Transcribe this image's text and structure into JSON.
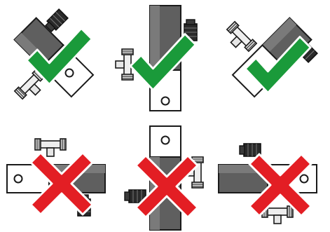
{
  "colors": {
    "background": "#ffffff",
    "body_dark": "#5a5a5a",
    "body_mid": "#8a8a8a",
    "body_light": "#ffffff",
    "outline": "#1a1a1a",
    "check_fill": "#1a9a3a",
    "cross_fill": "#e31e24",
    "mark_outline": "#ffffff"
  },
  "panels": [
    {
      "id": "top-left",
      "orientation": "tilted-left",
      "verdict": "correct",
      "icon": "check-icon"
    },
    {
      "id": "top-center",
      "orientation": "vertical",
      "verdict": "correct",
      "icon": "check-icon"
    },
    {
      "id": "top-right",
      "orientation": "tilted-right",
      "verdict": "correct",
      "icon": "check-icon"
    },
    {
      "id": "bottom-left",
      "orientation": "horizontal",
      "verdict": "incorrect",
      "icon": "cross-icon"
    },
    {
      "id": "bottom-center",
      "orientation": "vertical-down",
      "verdict": "incorrect",
      "icon": "cross-icon"
    },
    {
      "id": "bottom-right",
      "orientation": "horizontal-down",
      "verdict": "incorrect",
      "icon": "cross-icon"
    }
  ]
}
